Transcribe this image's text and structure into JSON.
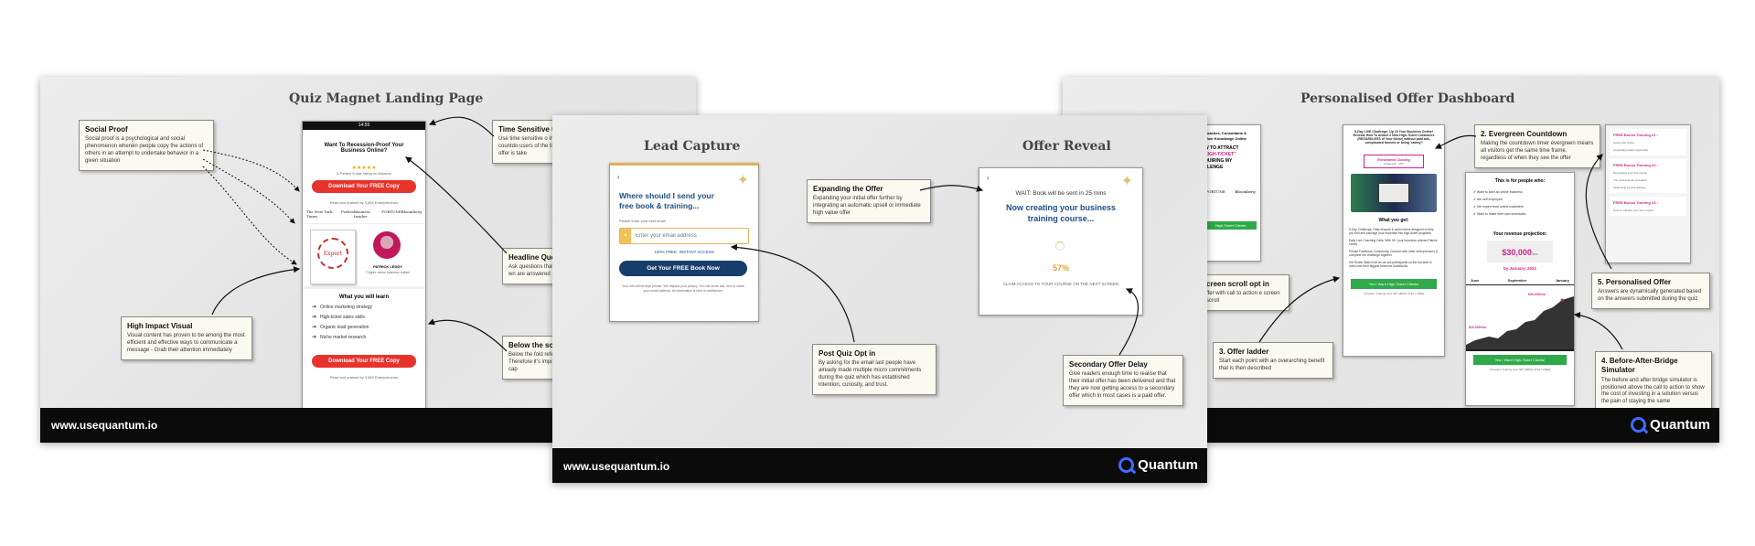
{
  "slide1": {
    "title": "Quiz Magnet Landing Page",
    "url": "www.usequantum.io",
    "phone": {
      "time": "14:55",
      "headline": "Want To Recession-Proof Your Business Online?",
      "stars": "★★★★★",
      "rating": "A Perfect 5-star rating on Amazon",
      "cta": "Download Your FREE Copy",
      "read_by": "Read and praised by 3,869 Entrepreneurs",
      "press": [
        "The New York Times",
        "Forbes",
        "Business Insider",
        "FORTUNE",
        "Bloomberg"
      ],
      "book_label": "Expert",
      "author_name": "PATRICK LEDDY",
      "author_sub": "7-figure online business builder",
      "learn_title": "What you will learn",
      "learn_items": [
        "Online marketing strategy",
        "High-ticket sales skills",
        "Organic lead generation",
        "Niche market research"
      ],
      "cta2": "Download Your FREE Copy",
      "read_by2": "Read and praised by 3,869 Entrepreneurs"
    },
    "notes": {
      "social": {
        "title": "Social Proof",
        "body": "Social proof is a psychological and social phenomenon wherein people copy the actions of others in an attempt to undertake behavior in a given situation"
      },
      "visual": {
        "title": "High Impact Visual",
        "body": "Visual content has proven to be among the most efficient and effective ways to communicate a message - Grab their attention immediately"
      },
      "time": {
        "title": "Time Sensitive O",
        "body": "Use time sensitive o introducing a countdo users of the limited a ensure the offer is take"
      },
      "headline": {
        "title": "Headline Ques",
        "body": "Ask questions that i that readers can wn are answered"
      },
      "below": {
        "title": "Below the scr",
        "body": "Below the fold refe screen that is only Therefore it's impo action again to cap"
      }
    }
  },
  "slide2": {
    "title_left": "Lead Capture",
    "title_right": "Offer Reveal",
    "url": "www.usequantum.io",
    "logo": "Quantum",
    "lead": {
      "heading": "Where should I send your free book & training...",
      "hint": "Please enter your best email",
      "placeholder": "Enter your email address",
      "instant": "100% FREE. INSTANT ACCESS",
      "button": "Get Your FREE Book Now",
      "fine": "Your info will be kept private. We respect your privacy. You will never sell, rent or share your email address. All information is held in confidence."
    },
    "offer": {
      "wait": "WAIT: Book will be sent in 25 mins",
      "creating": "Now creating your business training course...",
      "percent": "57%",
      "claim": "CLAIM ACCESS TO YOUR COURSE ON THE NEXT SCREEN"
    },
    "notes": {
      "expanding": {
        "title": "Expanding the Offer",
        "body": "Expanding your initial offer further by integrating an automatic upsell or immediate high value offer"
      },
      "postquiz": {
        "title": "Post Quiz Opt in",
        "body": "By asking for the email last people have already made multiple micro commitments during the quiz which has established intention, curiosity, and trust."
      },
      "secondary": {
        "title": "Secondary Offer Delay",
        "body": "Give readers enough time to realise that their initial offer has been delivered and that they are now getting access to a secondary offer which in most cases is a paid offer."
      }
    }
  },
  "slide3": {
    "title": "Personalised Offer Dashboard",
    "logo": "Quantum",
    "left_phone": {
      "lines": [
        "Coaches, Consultants &",
        "Their Knowledge Online",
        "W TO ATTRACT",
        "HIGH-TICKET\"",
        "QUIRING MY",
        "LLENGE"
      ],
      "press": [
        "FORTUNE",
        "Bloomberg"
      ],
      "button": "High-Ticket Clients"
    },
    "mid_phone": {
      "top": "5-Day LIVE Challenge: Up 10 Your Business Online! Reveals How To Attract 3 New High-Ticket Customers (REGARDLESS of Your Niche) without paid ads, complicated funnels or being 'salesy'!",
      "banner": "Enrolment Closing",
      "banner_sub": "3 days left · 17hr",
      "what": "What you get:",
      "bullets": [
        "5-Day Challenge: Daily lessons & action items designed to help you find and package your expertise into high-ticket programs",
        "Daily Live Coaching Calls: With 15+ your business veteran Patrick Leddy",
        "Private Facebook Community: Connect with other entrepreneurs & complete the challenge together",
        "Hot Seats: Watch live as we put participants on the hot seat to overcome their biggest business roadblocks"
      ],
      "button": "Yes I Want High-Ticket Clients!",
      "footer": "Complete Training cost: $97 ABSOLUTELY FREE"
    },
    "right_phone": {
      "for_title": "This is for people who:",
      "for_items": [
        "Want to start an online business",
        "Are self employed",
        "Are expert level online marketers",
        "Want to make their own schedules"
      ],
      "projection_title": "Your revenue projection:",
      "amount": "$30,000",
      "per": "/mo",
      "by": "by January, 2021",
      "months": [
        "June",
        "September",
        "January"
      ],
      "low": "$10,000/mo",
      "high": "$30,000/mo",
      "button": "Yes I Want High-Ticket Clients!",
      "footer": "Complete Training cost: $97 ABSOLUTELY FREE"
    },
    "bonus_phone": {
      "bonuses": [
        {
          "title": "FREE Bonus Training #1 :",
          "items": [
            "Going fully online",
            "Generating leads organically"
          ]
        },
        {
          "title": "FREE Bonus Training #2 :",
          "items": [
            "Developing your first course",
            "The professional consultant",
            "Optimising service delivery"
          ]
        },
        {
          "title": "FREE Bonus Training #3 :",
          "items": [
            "How to unleash your inner expert"
          ]
        }
      ]
    },
    "notes": {
      "evergreen": {
        "title": "2. Evergreen Countdown",
        "body": "Making the countdown timer evergreen means all visitors get the same time frame, regardless of when they see the offer"
      },
      "screen": {
        "title": "creen scroll opt in",
        "body": "ffer with call to action e screen scroll"
      },
      "ladder": {
        "title": "3. Offer ladder",
        "body": "Start each point with an overarching benefit that is then described"
      },
      "personalised": {
        "title": "5. Personalised Offer",
        "body": "Answers are dynamically generated based on the answers submitted during the quiz"
      },
      "bab": {
        "title": "4. Before-After-Bridge Simulator",
        "body": "The before and after bridge simulator is positioned above the call to action to show the cost of investing in a solution versus the pain of staying the same"
      }
    }
  },
  "colors": {
    "red": "#e8332c",
    "navy": "#173d6a",
    "green": "#2fa94a",
    "magenta": "#d21f8d",
    "quantum_blue": "#3d6bff"
  }
}
